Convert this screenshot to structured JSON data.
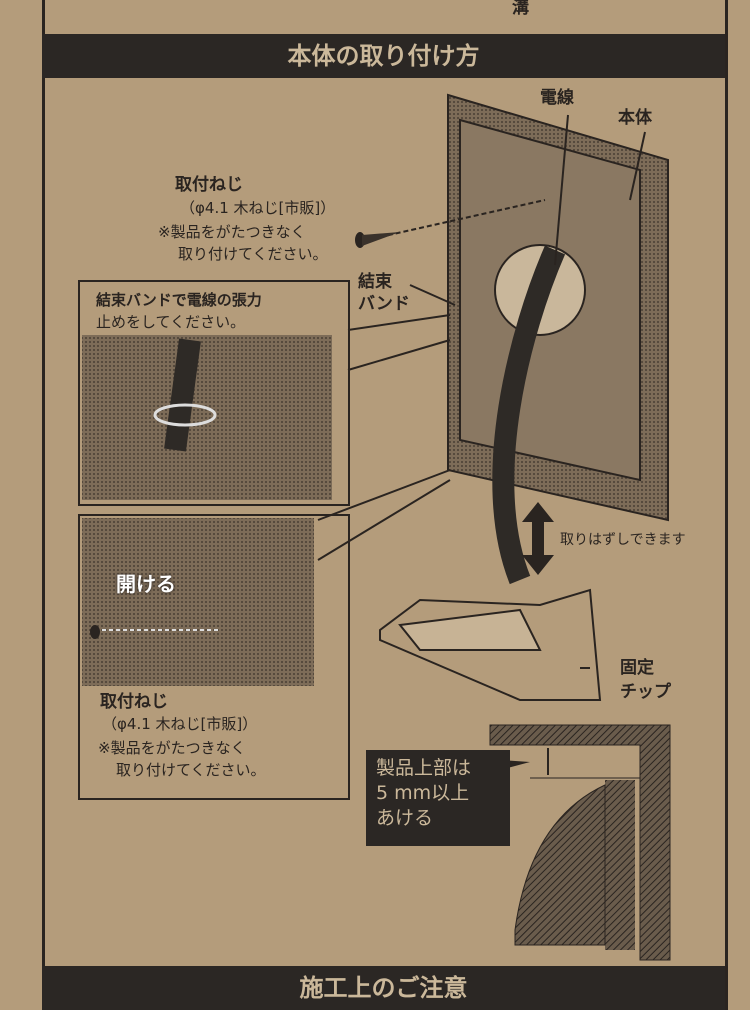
{
  "top_label": "溝",
  "section_title": "本体の取り付け方",
  "labels": {
    "wire": "電線",
    "body": "本体",
    "screw_title": "取付ねじ",
    "screw_spec": "（φ4.1 木ねじ[市販]）",
    "screw_note1": "※製品をがたつきなく",
    "screw_note2": "取り付けてください。",
    "band1": "結束",
    "band2": "バンド",
    "band_note1": "結束バンドで電線の張力",
    "band_note2": "止めをしてください。",
    "open": "開ける",
    "removable": "取りはずしできます",
    "chip1": "固定",
    "chip2": "チップ",
    "gap1": "製品上部は",
    "gap2": "5 mm以上",
    "gap3": "あける"
  },
  "bottom_title": "施工上のご注意"
}
